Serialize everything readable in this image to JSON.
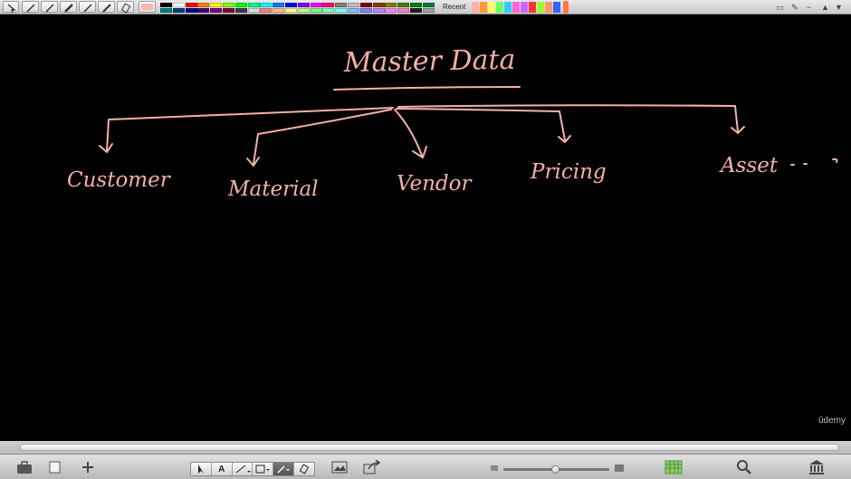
{
  "toolbar": {
    "recent_label": "Recent",
    "palette_colors": [
      "#000000",
      "#ffffff",
      "#ff0000",
      "#ff8000",
      "#ffff00",
      "#80ff00",
      "#00ff00",
      "#00ff80",
      "#00ffff",
      "#0080ff",
      "#0000ff",
      "#8000ff",
      "#ff00ff",
      "#ff0080",
      "#808080",
      "#c0c0c0",
      "#800000",
      "#804000",
      "#808000",
      "#408000",
      "#008000",
      "#008040",
      "#008080",
      "#004080",
      "#000080",
      "#400080",
      "#800080",
      "#800040",
      "#404040",
      "#e0e0e0",
      "#ff8080",
      "#ffc080",
      "#ffff80",
      "#c0ff80",
      "#80ff80",
      "#80ffc0",
      "#80ffff",
      "#80c0ff",
      "#8080ff",
      "#c080ff",
      "#ff80ff",
      "#ff80c0",
      "#202020",
      "#a0a0a0"
    ],
    "recent_colors": [
      "#ffb0a8",
      "#ff9933",
      "#ffff66",
      "#66ff66",
      "#33ccff",
      "#ff66cc",
      "#cc66ff",
      "#ff3333",
      "#99ff33",
      "#ff9966",
      "#3366ff"
    ],
    "current_color": "#ffb3ab"
  },
  "whiteboard": {
    "ink_color": "#f4b0a8",
    "title": "Master Data",
    "branches": [
      "Customer",
      "Material",
      "Vendor",
      "Pricing",
      "Asset"
    ]
  },
  "watermark": "ūdemy"
}
